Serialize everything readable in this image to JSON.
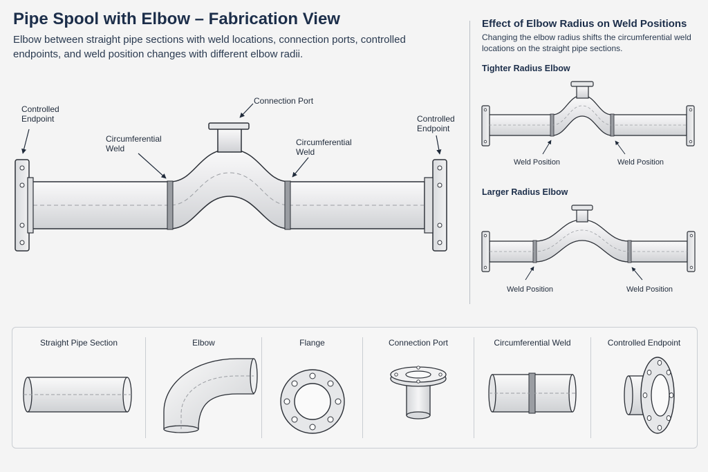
{
  "header": {
    "title": "Pipe Spool with Elbow – Fabrication View",
    "subtitle": "Elbow between straight pipe sections with weld locations, connection ports, controlled endpoints, and weld position changes with different elbow radii."
  },
  "main_diagram": {
    "left_endpoint": "Controlled\nEndpoint",
    "right_endpoint": "Controlled\nEndpoint",
    "left_weld": "Circumferential\nWeld",
    "right_weld": "Circumferential\nWeld",
    "port": "Connection Port"
  },
  "radius_panel": {
    "title": "Effect of Elbow Radius on Weld Positions",
    "description": "Changing the elbow radius shifts the circumferential weld locations on the straight pipe sections.",
    "tight": {
      "heading": "Tighter Radius Elbow",
      "weld_left": "Weld Position",
      "weld_right": "Weld Position"
    },
    "large": {
      "heading": "Larger Radius Elbow",
      "weld_left": "Weld Position",
      "weld_right": "Weld Position"
    }
  },
  "legend": [
    {
      "label": "Straight Pipe Section",
      "icon": "straight-pipe-icon"
    },
    {
      "label": "Elbow",
      "icon": "elbow-icon"
    },
    {
      "label": "Flange",
      "icon": "flange-icon"
    },
    {
      "label": "Connection Port",
      "icon": "connection-port-icon"
    },
    {
      "label": "Circumferential Weld",
      "icon": "weld-icon"
    },
    {
      "label": "Controlled Endpoint",
      "icon": "controlled-endpoint-icon"
    }
  ],
  "colors": {
    "pipe_fill": "#e9eaec",
    "pipe_stroke": "#2b2f36",
    "weld": "#8a8d92",
    "background": "#f4f4f4",
    "heading": "#1c2e4a"
  }
}
